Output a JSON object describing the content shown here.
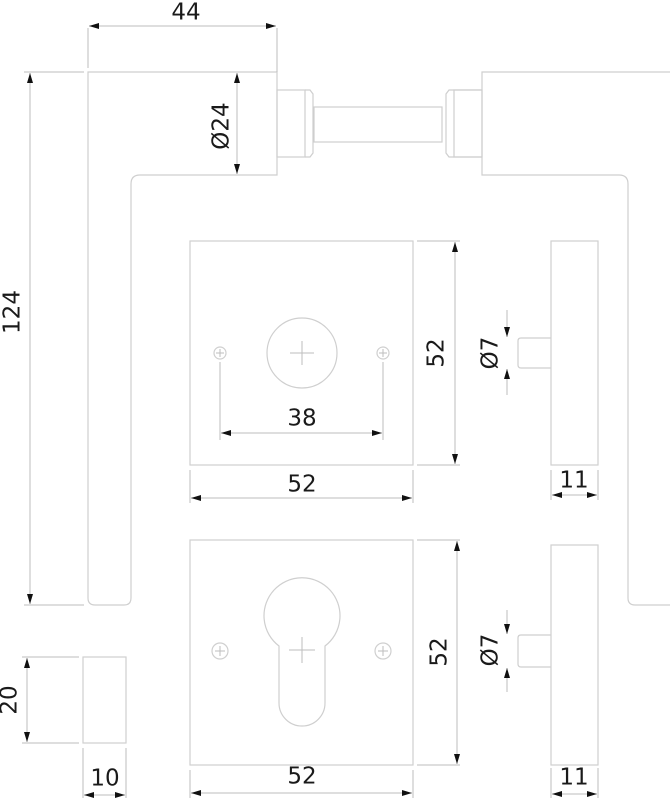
{
  "drawing": {
    "handle_width": "44",
    "handle_length": "124",
    "spindle_diameter": "Ø24",
    "rosette_upper": {
      "hole_spacing": "38",
      "width": "52",
      "height": "52",
      "pin_diameter": "Ø7",
      "thickness": "11"
    },
    "rosette_lower": {
      "width": "52",
      "height": "52",
      "pin_diameter": "Ø7",
      "thickness": "11"
    },
    "bar_section": {
      "height": "20",
      "width": "10"
    }
  }
}
